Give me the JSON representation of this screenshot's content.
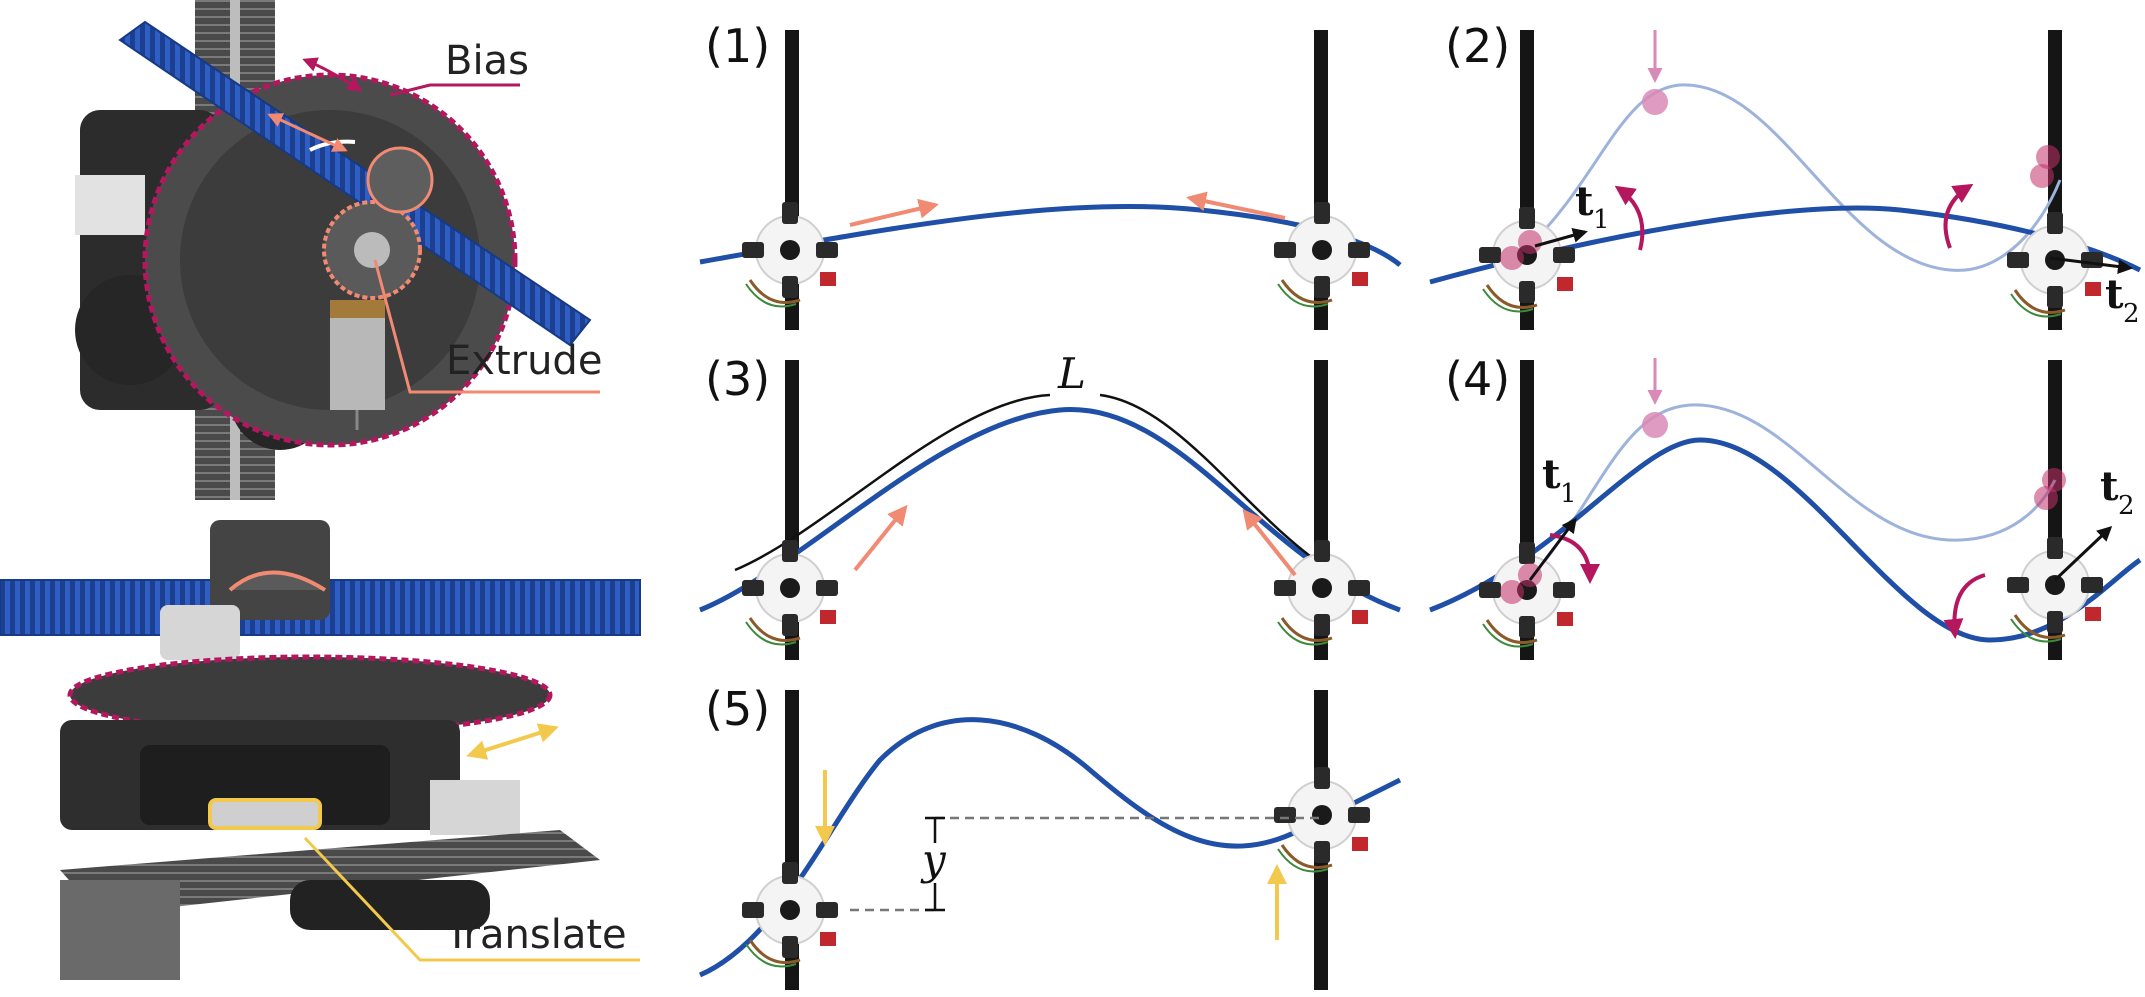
{
  "colors": {
    "rod": "#1f4fa6",
    "rod_ghost": "#9db3dc",
    "bias": "#b5175f",
    "extrude": "#f08a72",
    "translate": "#f2c94c",
    "ghost_marker": "#d98ab6",
    "pole": "#151515",
    "device": "#f4f4f4"
  },
  "callouts": {
    "bias": "Bias",
    "extrude": "Extrude",
    "translate": "Translate"
  },
  "panels": [
    {
      "label": "(1)"
    },
    {
      "label": "(2)"
    },
    {
      "label": "(3)"
    },
    {
      "label": "(4)"
    },
    {
      "label": "(5)"
    }
  ],
  "annotations": {
    "length_symbol": "L",
    "height_symbol": "y",
    "tangent_symbol": "t",
    "tangent_1_index": "1",
    "tangent_2_index": "2"
  },
  "icons": {
    "mechanism_top": "gear-rack-mechanism-icon",
    "mechanism_bottom": "rail-carriage-mechanism-icon",
    "device": "gripper-robot-icon",
    "pole": "vertical-rail-icon"
  }
}
